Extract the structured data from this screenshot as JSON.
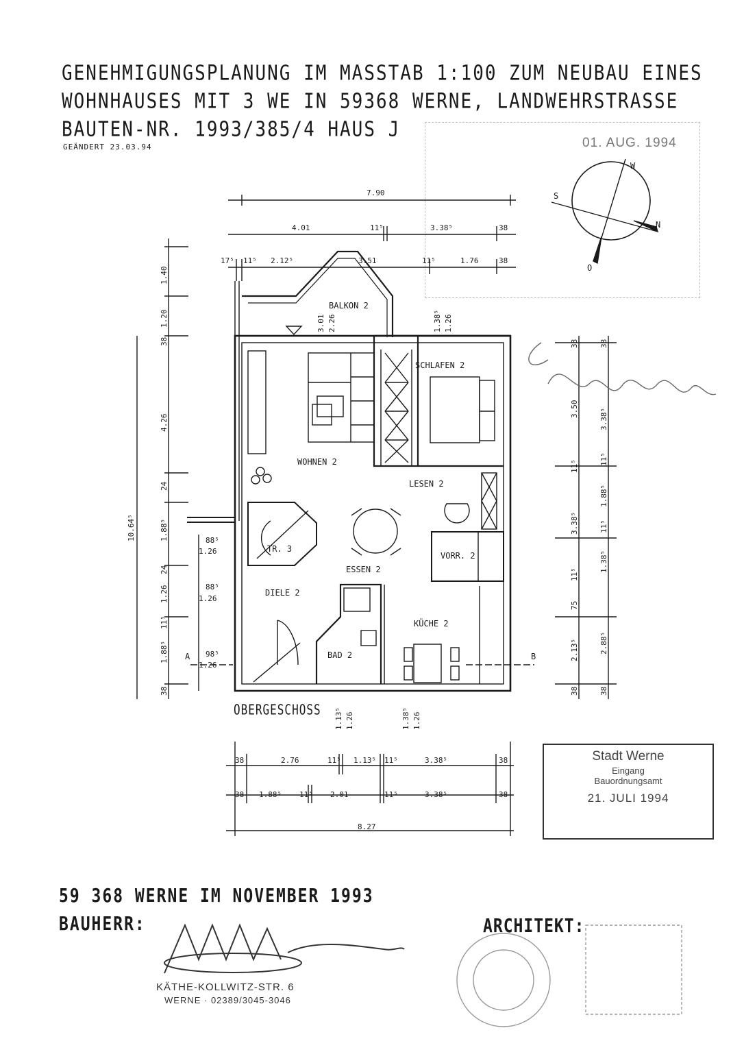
{
  "header": {
    "line1": "GENEHMIGUNGSPLANUNG IM MASSTAB 1:100 ZUM NEUBAU EINES",
    "line2": "WOHNHAUSES MIT 3 WE IN 59368 WERNE, LANDWEHRSTRASSE",
    "line3": "BAUTEN-NR. 1993/385/4 HAUS J",
    "changed": "GEÄNDERT 23.03.94"
  },
  "approval_stamp": {
    "date": "01. AUG. 1994"
  },
  "compass": {
    "n": "N",
    "s": "S",
    "w": "W",
    "o": "O"
  },
  "rooms": {
    "balcony": "BALKON 2",
    "bedroom": "SCHLAFEN 2",
    "living": "WOHNEN 2",
    "reading": "LESEN 2",
    "stairs": "TR. 3",
    "dining": "ESSEN 2",
    "storage": "VORR. 2",
    "hall": "DIELE 2",
    "bath": "BAD 2",
    "kitchen": "KÜCHE 2"
  },
  "floor_label": "OBERGESCHOSS",
  "section_marks": {
    "a": "A",
    "b": "B"
  },
  "dimensions": {
    "top_total": "7.90",
    "top_row1": [
      "4.01",
      "11⁵",
      "3.38⁵",
      "38"
    ],
    "top_row2": [
      "17⁵",
      "11⁵",
      "2.12⁵",
      "3.51",
      "11⁵",
      "1.76",
      "38"
    ],
    "balcony": [
      "3.01",
      "2.26",
      "1.38⁵",
      "1.26"
    ],
    "left_outer": [
      "1.40",
      "1.20",
      "38",
      "4.26",
      "24",
      "1.88⁵",
      "24",
      "1.26",
      "11⁵",
      "1.88⁵",
      "38"
    ],
    "left_total": "10.64⁵",
    "left_openings": [
      "88⁵",
      "1.26",
      "88⁵",
      "1.26",
      "98⁵",
      "1.26"
    ],
    "right_inner": [
      "38",
      "3.50",
      "11⁵",
      "3.38⁵",
      "11⁵",
      "75",
      "2.13⁵",
      "38"
    ],
    "right_outer": [
      "38",
      "3.38⁵",
      "11⁵",
      "1.88⁵",
      "11⁵",
      "1.38⁵",
      "2.88⁵",
      "38"
    ],
    "bottom_openings": [
      "1.13⁵",
      "1.26",
      "1.38⁵",
      "1.26"
    ],
    "bottom_row1": [
      "38",
      "2.76",
      "11⁵",
      "1.13⁵",
      "11⁵",
      "3.38⁵",
      "38"
    ],
    "bottom_row2": [
      "38",
      "1.88⁵",
      "11⁵",
      "2.01",
      "11⁵",
      "3.38⁵",
      "38"
    ],
    "bottom_total": "8.27"
  },
  "entry_stamp": {
    "line1": "Stadt Werne",
    "line2": "Eingang",
    "line3": "Bauordnungsamt",
    "line4": "21. JULI 1994"
  },
  "footer": {
    "place_date": "59 368 WERNE IM NOVEMBER 1993",
    "owner_label": "BAUHERR:",
    "owner_street": "KÄTHE-KOLLWITZ-STR. 6",
    "owner_phone": "WERNE · 02389/3045-3046",
    "architect_label": "ARCHITEKT:"
  },
  "colors": {
    "ink": "#1a1a1a",
    "stamp": "#444444",
    "faded": "#aaaaaa"
  }
}
